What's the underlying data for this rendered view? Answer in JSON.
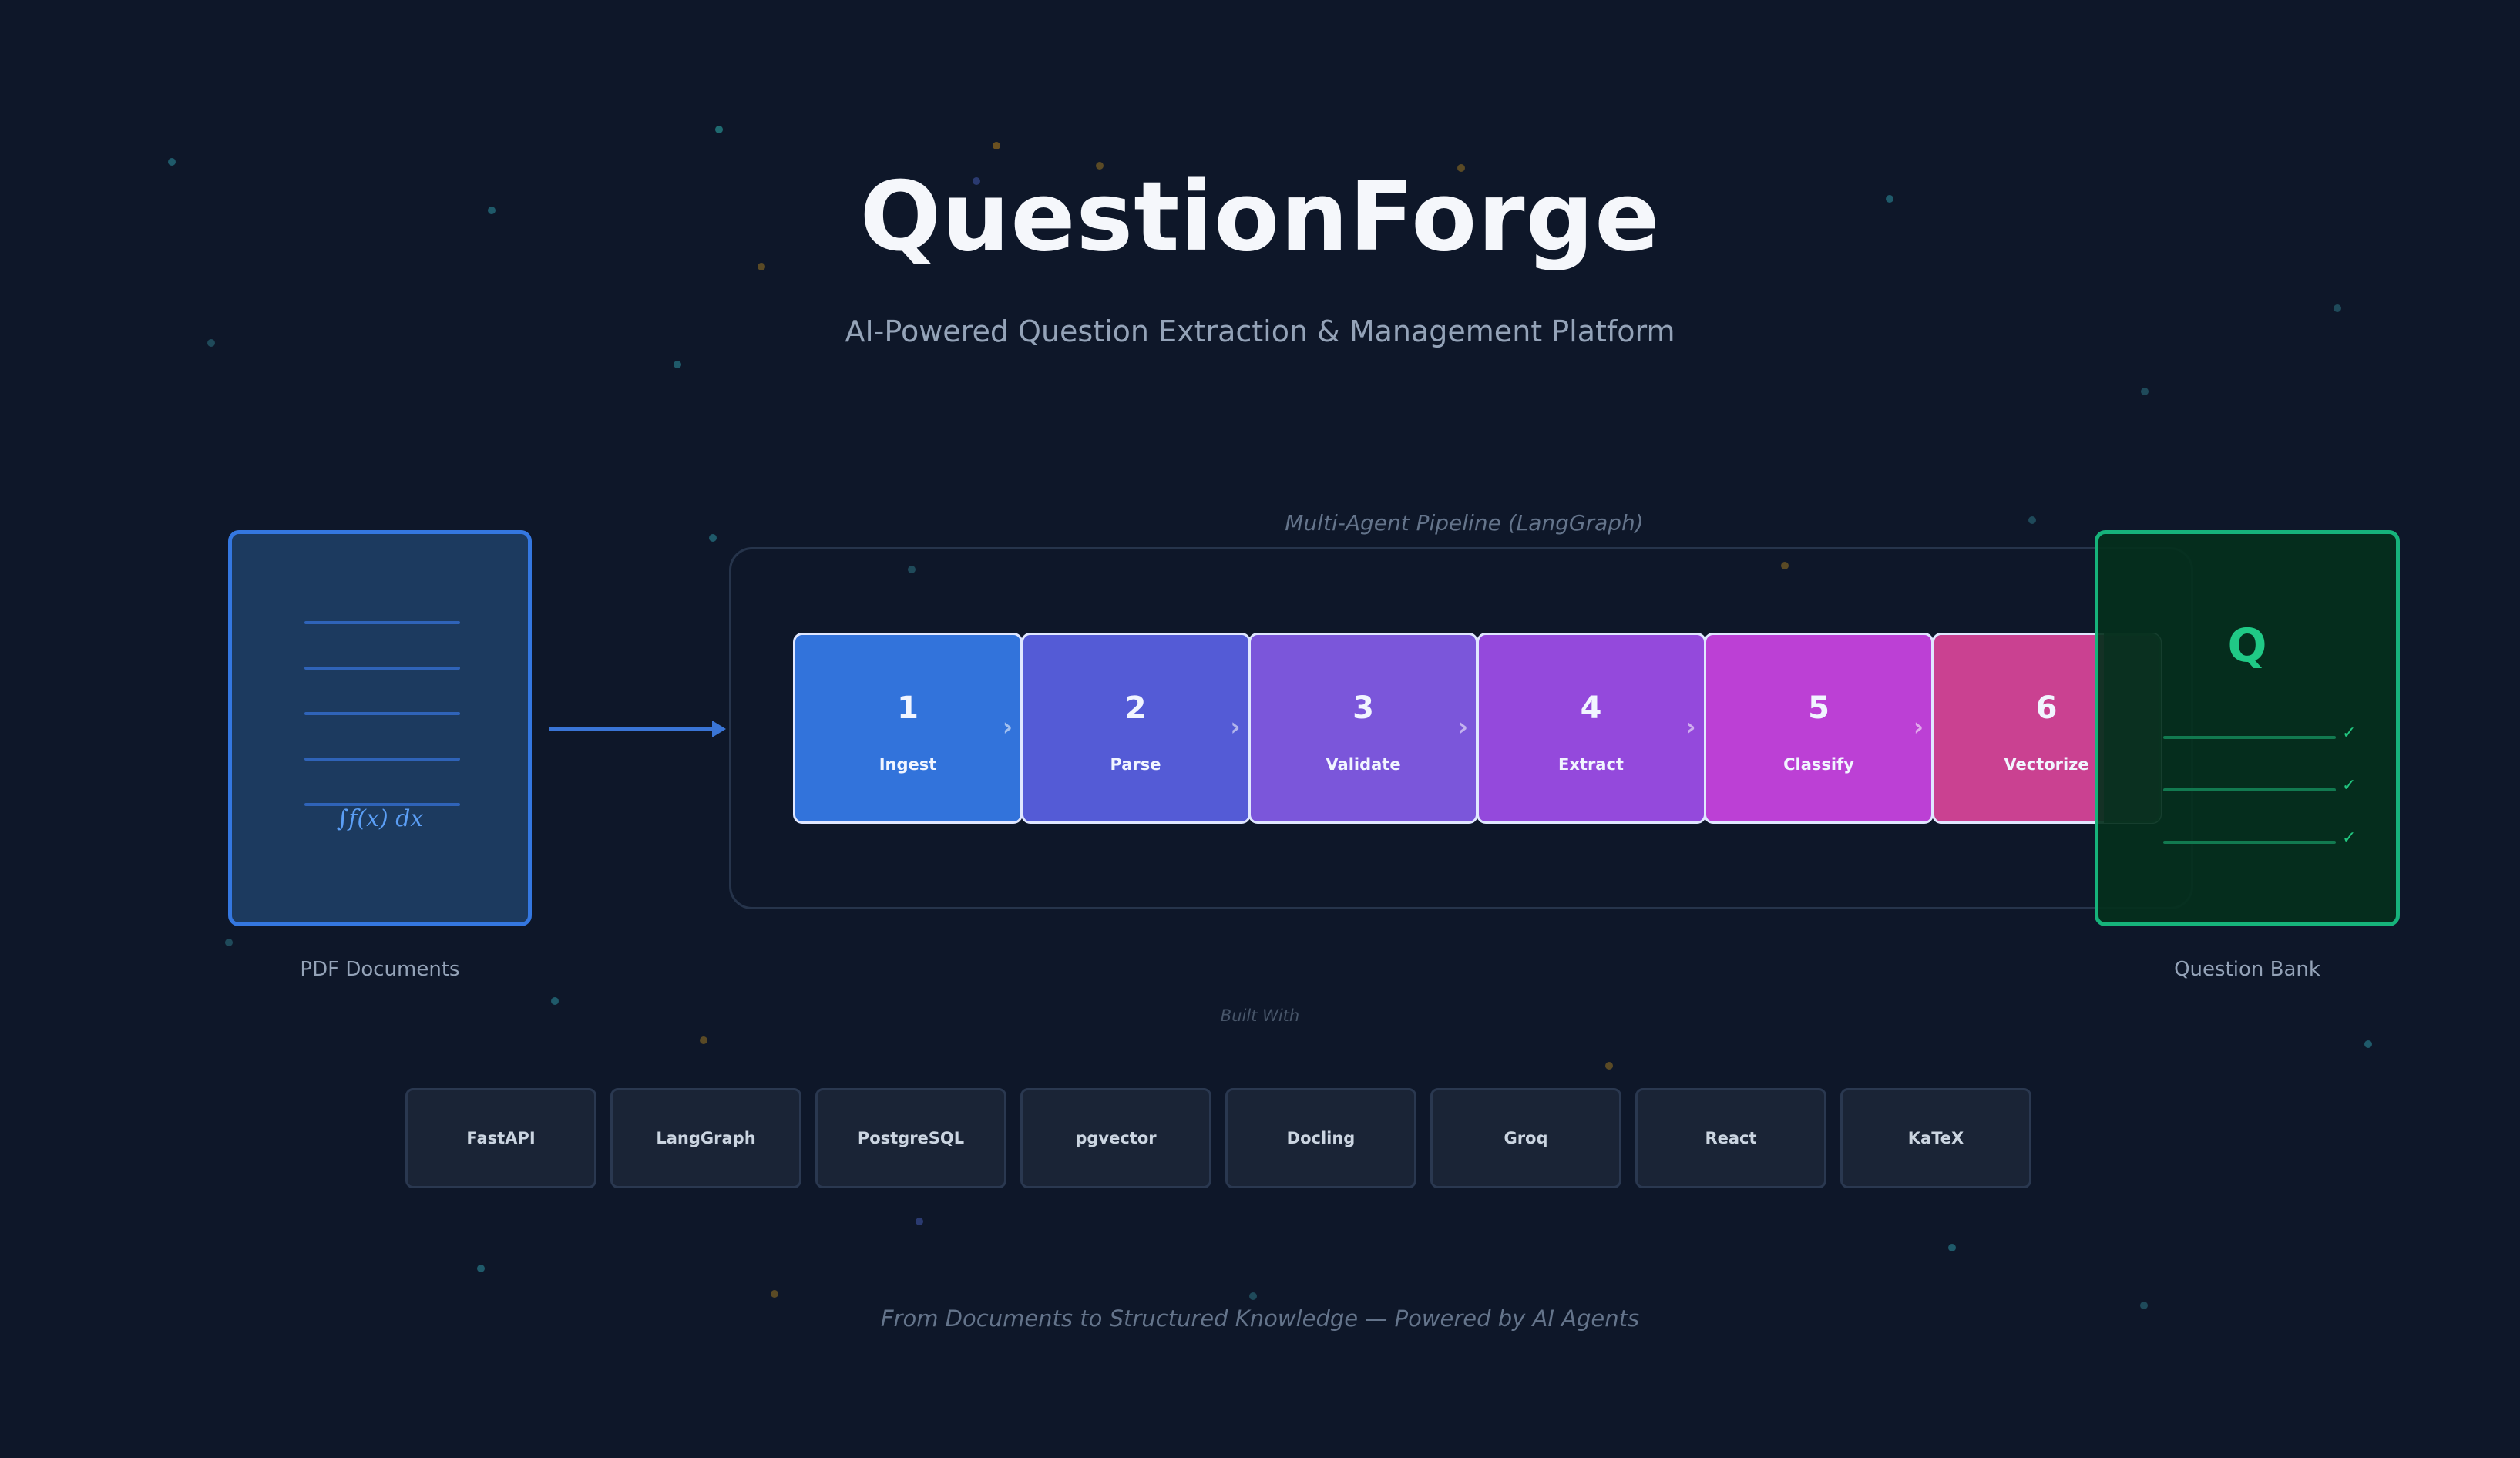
{
  "header": {
    "title": "QuestionForge",
    "subtitle": "AI-Powered Question Extraction & Management Platform"
  },
  "input": {
    "caption": "PDF Documents",
    "formula": "∫f(x) dx",
    "icon": "pdf-document-icon"
  },
  "pipeline": {
    "label": "Multi-Agent Pipeline (LangGraph)",
    "stages": [
      {
        "num": "1",
        "label": "Ingest",
        "color": "#3273db"
      },
      {
        "num": "2",
        "label": "Parse",
        "color": "#545bd6"
      },
      {
        "num": "3",
        "label": "Validate",
        "color": "#7b56da"
      },
      {
        "num": "4",
        "label": "Extract",
        "color": "#9449dc"
      },
      {
        "num": "5",
        "label": "Classify",
        "color": "#bc40d5"
      },
      {
        "num": "6",
        "label": "Vectorize",
        "color": "#ca4191"
      }
    ]
  },
  "output": {
    "caption": "Question Bank",
    "letter": "Q",
    "icon": "question-bank-icon"
  },
  "built_with": {
    "label": "Built With",
    "items": [
      "FastAPI",
      "LangGraph",
      "PostgreSQL",
      "pgvector",
      "Docling",
      "Groq",
      "React",
      "KaTeX"
    ]
  },
  "footer": "From Documents to Structured Knowledge — Powered by AI Agents",
  "colors": {
    "background": "#0e1729",
    "input_accent": "#3477e0",
    "output_accent": "#16b37b"
  }
}
